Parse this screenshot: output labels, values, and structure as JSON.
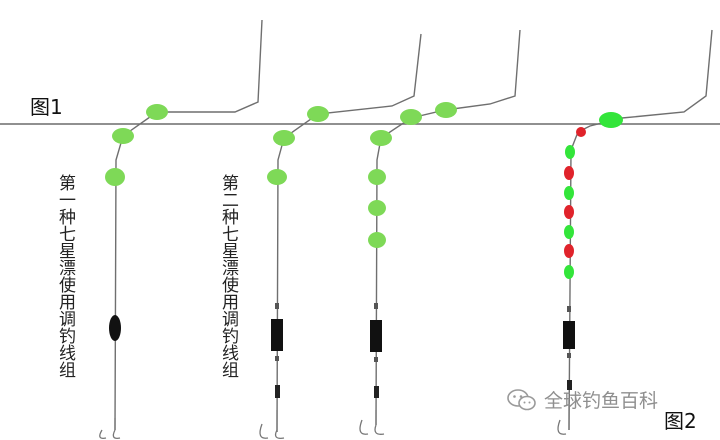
{
  "labels": {
    "figure1": "图1",
    "figure2": "图2",
    "method1": "第一种七星漂使用调钓线组",
    "method2": "第二种七星漂使用调钓线组"
  },
  "watermark": {
    "text": "全球钓鱼百科",
    "icon": "wechat-icon"
  },
  "colors": {
    "line": "#6f6f6f",
    "float_green": "#7ed957",
    "float_green_bright": "#33e53a",
    "float_red": "#e0232b",
    "sinker": "#111111"
  },
  "rigs": [
    {
      "id": "rig-1",
      "float_count": 3,
      "sinker": "oval"
    },
    {
      "id": "rig-2",
      "float_count": 3,
      "sinker": "block"
    },
    {
      "id": "rig-3",
      "float_count": 6,
      "sinker": "block"
    },
    {
      "id": "rig-4",
      "float_colors": [
        "green",
        "red",
        "green",
        "red",
        "green",
        "red",
        "green"
      ],
      "sinker": "block"
    }
  ]
}
